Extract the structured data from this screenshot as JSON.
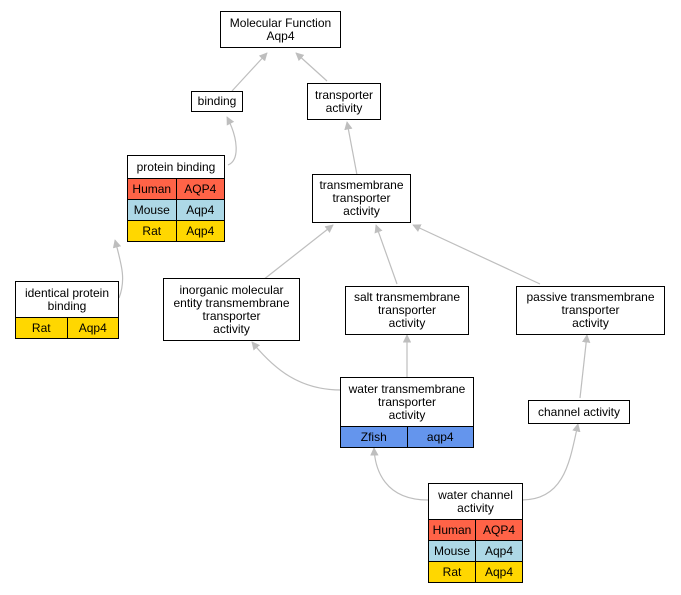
{
  "colors": {
    "edge": "#bebebe",
    "human": "#ff6347",
    "mouse": "#add8e6",
    "rat": "#ffd700",
    "zfish": "#6495ed"
  },
  "nodes": {
    "molecular_function": {
      "label": "Molecular Function\nAqp4"
    },
    "binding": {
      "label": "binding"
    },
    "transporter_activity": {
      "label": "transporter\nactivity"
    },
    "protein_binding": {
      "label": "protein binding",
      "genes": [
        {
          "species": "Human",
          "gene": "AQP4"
        },
        {
          "species": "Mouse",
          "gene": "Aqp4"
        },
        {
          "species": "Rat",
          "gene": "Aqp4"
        }
      ]
    },
    "transmembrane_transporter_activity": {
      "label": "transmembrane\ntransporter\nactivity"
    },
    "identical_protein_binding": {
      "label": "identical protein\nbinding",
      "genes": [
        {
          "species": "Rat",
          "gene": "Aqp4"
        }
      ]
    },
    "inorganic_molecular_entity": {
      "label": "inorganic molecular\nentity transmembrane\ntransporter\nactivity"
    },
    "salt_transmembrane": {
      "label": "salt transmembrane\ntransporter\nactivity"
    },
    "passive_transmembrane": {
      "label": "passive transmembrane\ntransporter\nactivity"
    },
    "water_transmembrane": {
      "label": "water transmembrane\ntransporter\nactivity",
      "genes": [
        {
          "species": "Zfish",
          "gene": "aqp4"
        }
      ]
    },
    "channel_activity": {
      "label": "channel activity"
    },
    "water_channel_activity": {
      "label": "water channel\nactivity",
      "genes": [
        {
          "species": "Human",
          "gene": "AQP4"
        },
        {
          "species": "Mouse",
          "gene": "Aqp4"
        },
        {
          "species": "Rat",
          "gene": "Aqp4"
        }
      ]
    }
  }
}
